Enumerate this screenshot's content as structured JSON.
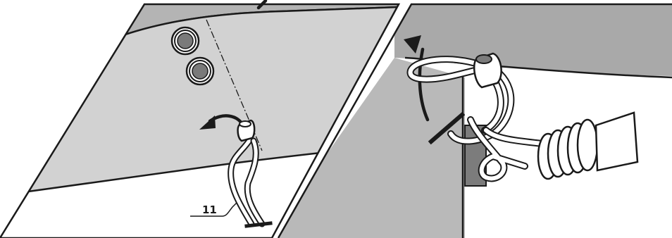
{
  "colors": {
    "ink": "#1a1a1a",
    "fabric_light": "#d2d2d2",
    "fabric_mid": "#b4b4b4",
    "fabric_dark": "#8c8c8c",
    "grommet_fill": "#7a7a7a",
    "background": "#ffffff"
  },
  "callouts": [
    {
      "id": "part-11",
      "label": "11"
    }
  ],
  "panels": [
    {
      "id": "left",
      "content": [
        "canopy-fabric",
        "grommets",
        "seam-line",
        "cord-loop",
        "cord-lock",
        "toggle-bar",
        "rotate-arrow"
      ]
    },
    {
      "id": "right",
      "content": [
        "frame-fabric",
        "cord-loop",
        "cord-lock",
        "toggle-bar",
        "metal-hook",
        "coil-spring",
        "up-arrow"
      ]
    }
  ]
}
